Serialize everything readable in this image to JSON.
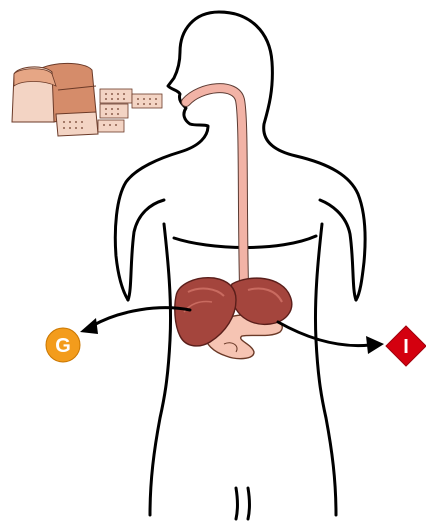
{
  "diagram": {
    "badges": {
      "left": {
        "letter": "G",
        "shape": "circle",
        "color": "#f39c1c"
      },
      "right": {
        "letter": "I",
        "shape": "diamond",
        "color": "#d4000f"
      }
    },
    "colors": {
      "outline": "#000000",
      "esophagus": "#f2b3a6",
      "liver": "#a4453d",
      "pancreas": "#f6c4b3",
      "bread_crust": "#d58c6a",
      "bread_crumb": "#f3d4c4"
    },
    "icons": [
      "bread-icon",
      "human-body-outline",
      "liver-icon",
      "pancreas-icon",
      "stomach-icon"
    ]
  }
}
